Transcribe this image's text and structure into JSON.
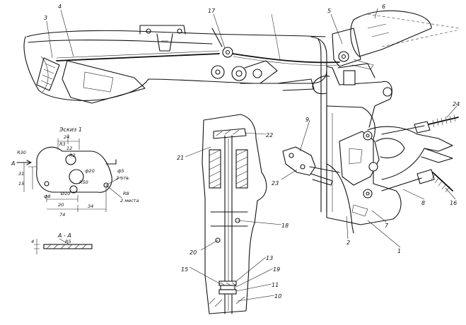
{
  "callouts": {
    "c1": "1",
    "c2": "2",
    "c3": "3",
    "c4": "4",
    "c5": "5",
    "c6": "6",
    "c7": "7",
    "c8": "8",
    "c9": "9",
    "c10": "10",
    "c11": "11",
    "c13": "13",
    "c15": "15",
    "c16": "16",
    "c17": "17",
    "c18": "18",
    "c19": "19",
    "c20": "20",
    "c21": "21",
    "c22": "22",
    "c23": "23",
    "c24": "24"
  },
  "detail": {
    "title": "Эскиз 1",
    "section_label": "А",
    "section_title": "А - А",
    "dims": {
      "r3": "R3",
      "d24": "24",
      "d12": "12",
      "r2": "R2",
      "r30": "R30",
      "phi20": "ф20",
      "r50": "R50",
      "phi5": "ф5",
      "two_holes": "2 отв.",
      "r8": "R8",
      "two_places": "2 места",
      "d31": "31",
      "d15": "15",
      "d20": "20",
      "phi8": "ф8",
      "d10": "Ø10",
      "d74": "74",
      "d34": "34",
      "r5": "R5",
      "t4": "4"
    }
  }
}
